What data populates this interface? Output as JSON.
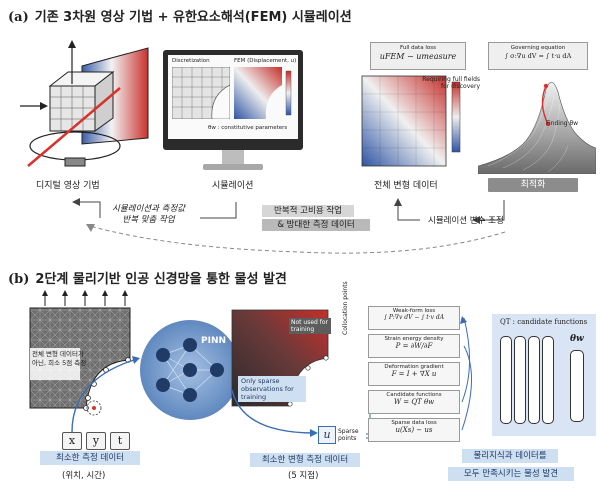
{
  "section_a": {
    "letter": "(a)",
    "title": "기존 3차원 영상 기법 + 유한요소해석(FEM) 시뮬레이션",
    "dic_label": "디지털 영상 기법",
    "simulation_label": "시뮬레이션",
    "monitor_left_title": "Discretization",
    "monitor_right_title": "FEM (Displacement, u)",
    "monitor_caption": "θw : constitutive parameters",
    "fulldata_title": "Full data loss",
    "fulldata_eq": "uFEM − umeasure",
    "requiring_note": "Requiring full fields for discovery",
    "fulldata_label": "전체 변형 데이터",
    "governing_title": "Governing equation",
    "governing_eq": "∫ σ:∇u dV = ∫ t·u dA",
    "finding_note": "Finding θw",
    "optimization_label": "최적화",
    "arrow_left_line1": "시뮬레이션과 측정값",
    "arrow_left_line2": "반복 맞춤 작업",
    "repeat_work": "반복적 고비용 작업",
    "massive_data": "& 방대한 측정 데이터",
    "param_adjust": "시뮬레이션 변수 조정"
  },
  "section_b": {
    "letter": "(b)",
    "title": "2단계 물리기반 인공 신경망을 통한 물성 발견",
    "mesh_note_line1": "전체 변형 데이터가",
    "mesh_note_line2": "아닌, 희소 5점 측정",
    "inputs": [
      "x",
      "y",
      "t"
    ],
    "pinn_label": "PINN",
    "not_used_note": "Not used for training",
    "only_sparse_note": "Only sparse observations for training",
    "output_symbol": "u",
    "sparse_points_label": "Sparse points",
    "collocation_label": "Collocation points",
    "loss_boxes": [
      {
        "title": "Weak-form loss",
        "eq": "∫ P:∇v dV − ∫ t·v dA"
      },
      {
        "title": "Strain energy density",
        "eq": "P = ∂W/∂F"
      },
      {
        "title": "Deformation gradient",
        "eq": "F = I + ∇X u"
      },
      {
        "title": "Candidate functions",
        "eq": "W = QT θw"
      },
      {
        "title": "Sparse data loss",
        "eq": "u(Xs) − us"
      }
    ],
    "candidate_title": "QT : candidate functions",
    "theta_label": "θw",
    "min_measure_label": "최소한 측정 데이터",
    "min_measure_sub": "(위치, 시간)",
    "min_deform_label": "최소한 변형 측정 데이터",
    "min_deform_sub": "(5 지점)",
    "discovery_line1": "물리지식과 데이터를",
    "discovery_line2": "모두 만족시키는 물성 발견"
  },
  "colors": {
    "gray_pill": "#8c8c8c",
    "light_pill": "#d6d6d6",
    "blue_pill": "#cfdff2",
    "accent_blue": "#3a6db5",
    "accent_red": "#d9322c"
  }
}
